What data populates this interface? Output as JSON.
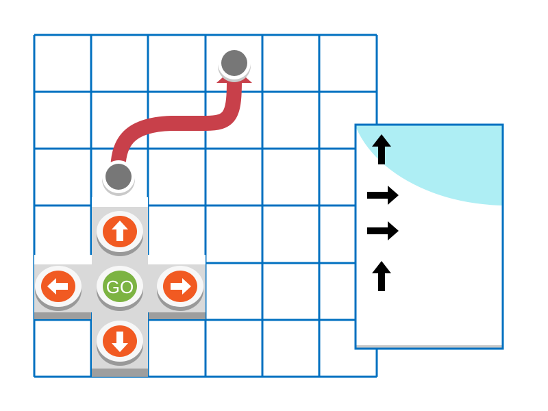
{
  "grid": {
    "columns": 6,
    "rows": 6,
    "line_color": "#0070c0"
  },
  "path": {
    "start_cell": {
      "col": 1,
      "row": 2
    },
    "end_cell": {
      "col": 3,
      "row": 0
    },
    "color": "#c8404a"
  },
  "controls": {
    "go_label": "GO",
    "buttons": [
      "up",
      "left",
      "go",
      "right",
      "down"
    ],
    "arrow_button_color": "#f15a22",
    "go_button_color": "#7cb342"
  },
  "program_panel": {
    "commands": [
      "up",
      "right",
      "right",
      "up"
    ],
    "highlight_color": "#aeeef4"
  }
}
